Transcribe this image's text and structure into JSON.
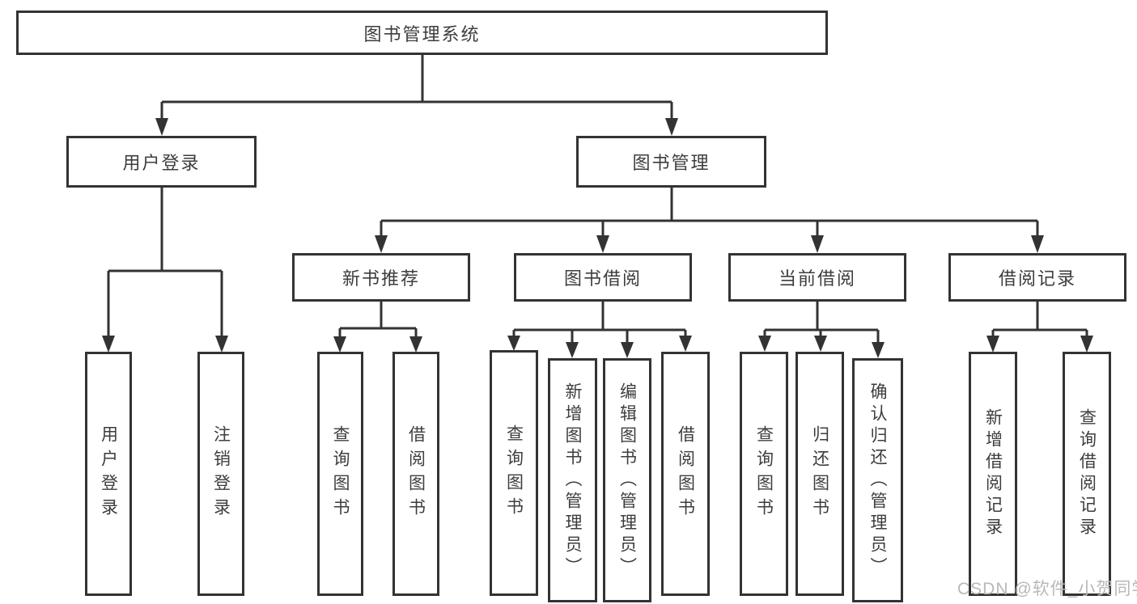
{
  "diagram": {
    "root": {
      "label": "图书管理系统"
    },
    "level1": [
      {
        "label": "用户登录",
        "parent": "图书管理系统"
      },
      {
        "label": "图书管理",
        "parent": "图书管理系统"
      }
    ],
    "level2": [
      {
        "label": "新书推荐",
        "parent": "图书管理"
      },
      {
        "label": "图书借阅",
        "parent": "图书管理"
      },
      {
        "label": "当前借阅",
        "parent": "图书管理"
      },
      {
        "label": "借阅记录",
        "parent": "图书管理"
      }
    ],
    "leaves": [
      {
        "label": "用户登录",
        "parent": "用户登录"
      },
      {
        "label": "注销登录",
        "parent": "用户登录"
      },
      {
        "label": "查询图书",
        "parent": "新书推荐"
      },
      {
        "label": "借阅图书",
        "parent": "新书推荐"
      },
      {
        "label": "查询图书",
        "parent": "图书借阅"
      },
      {
        "label": "新增图书（管理员）",
        "parent": "图书借阅"
      },
      {
        "label": "编辑图书（管理员）",
        "parent": "图书借阅"
      },
      {
        "label": "借阅图书",
        "parent": "图书借阅"
      },
      {
        "label": "查询图书",
        "parent": "当前借阅"
      },
      {
        "label": "归还图书",
        "parent": "当前借阅"
      },
      {
        "label": "确认归还（管理员）",
        "parent": "当前借阅"
      },
      {
        "label": "新增借阅记录",
        "parent": "借阅记录"
      },
      {
        "label": "查询借阅记录",
        "parent": "借阅记录"
      }
    ],
    "watermark": "CSDN @软件_小贺同学",
    "colors": {
      "line": "#333333",
      "box_border": "#333333",
      "text": "#3d3d3d",
      "watermark": "#b8b8b8",
      "background": "#ffffff"
    }
  }
}
